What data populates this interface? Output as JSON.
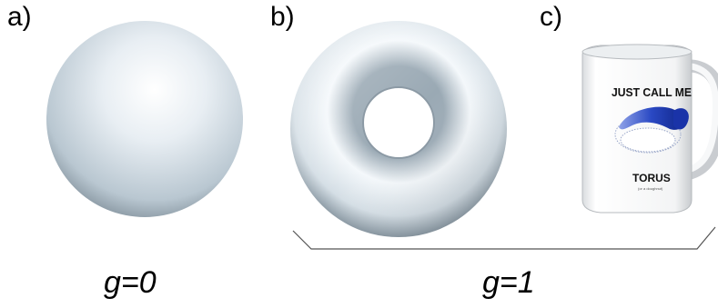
{
  "panels": {
    "a": {
      "label": "a)"
    },
    "b": {
      "label": "b)"
    },
    "c": {
      "label": "c)"
    }
  },
  "genus": {
    "sphere": "g=0",
    "torus": "g=1"
  },
  "mug": {
    "line1": "JUST CALL ME",
    "line2": "TORUS",
    "fine_print": "(or a doughnut)"
  },
  "colors": {
    "surface_light": "#f4f8fb",
    "surface_mid": "#c9d6df",
    "surface_dark": "#6f7f8b",
    "torus_blue": "#2a49c4"
  }
}
